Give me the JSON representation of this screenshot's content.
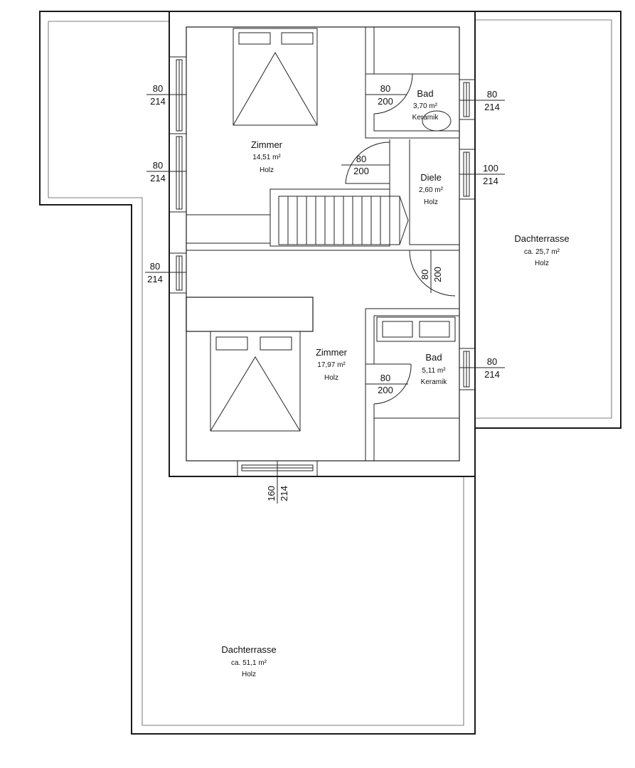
{
  "rooms": {
    "zimmer_top": {
      "name": "Zimmer",
      "area": "14,51 m²",
      "material": "Holz"
    },
    "bad_top": {
      "name": "Bad",
      "area": "3,70 m²",
      "material": "Keramik"
    },
    "diele": {
      "name": "Diele",
      "area": "2,60 m²",
      "material": "Holz"
    },
    "zimmer_bottom": {
      "name": "Zimmer",
      "area": "17,97 m²",
      "material": "Holz"
    },
    "bad_bottom": {
      "name": "Bad",
      "area": "5,11 m²",
      "material": "Keramik"
    },
    "terrasse_right": {
      "name": "Dachterrasse",
      "area": "ca. 25,7 m²",
      "material": "Holz"
    },
    "terrasse_bottom": {
      "name": "Dachterrasse",
      "area": "ca. 51,1 m²",
      "material": "Holz"
    }
  },
  "openings": {
    "w_left_1": {
      "width": "80",
      "height": "214"
    },
    "w_left_2": {
      "width": "80",
      "height": "214"
    },
    "w_left_3": {
      "width": "80",
      "height": "214"
    },
    "w_right_bad_top": {
      "width": "80",
      "height": "214"
    },
    "w_right_diele": {
      "width": "100",
      "height": "214"
    },
    "w_right_bad_bottom": {
      "width": "80",
      "height": "214"
    },
    "w_bottom": {
      "width": "160",
      "height": "214"
    },
    "d_bad_top": {
      "width": "80",
      "height": "200"
    },
    "d_zimmer_top": {
      "width": "80",
      "height": "200"
    },
    "d_diele": {
      "width": "80",
      "height": "200"
    },
    "d_bad_bottom": {
      "width": "80",
      "height": "200"
    }
  }
}
